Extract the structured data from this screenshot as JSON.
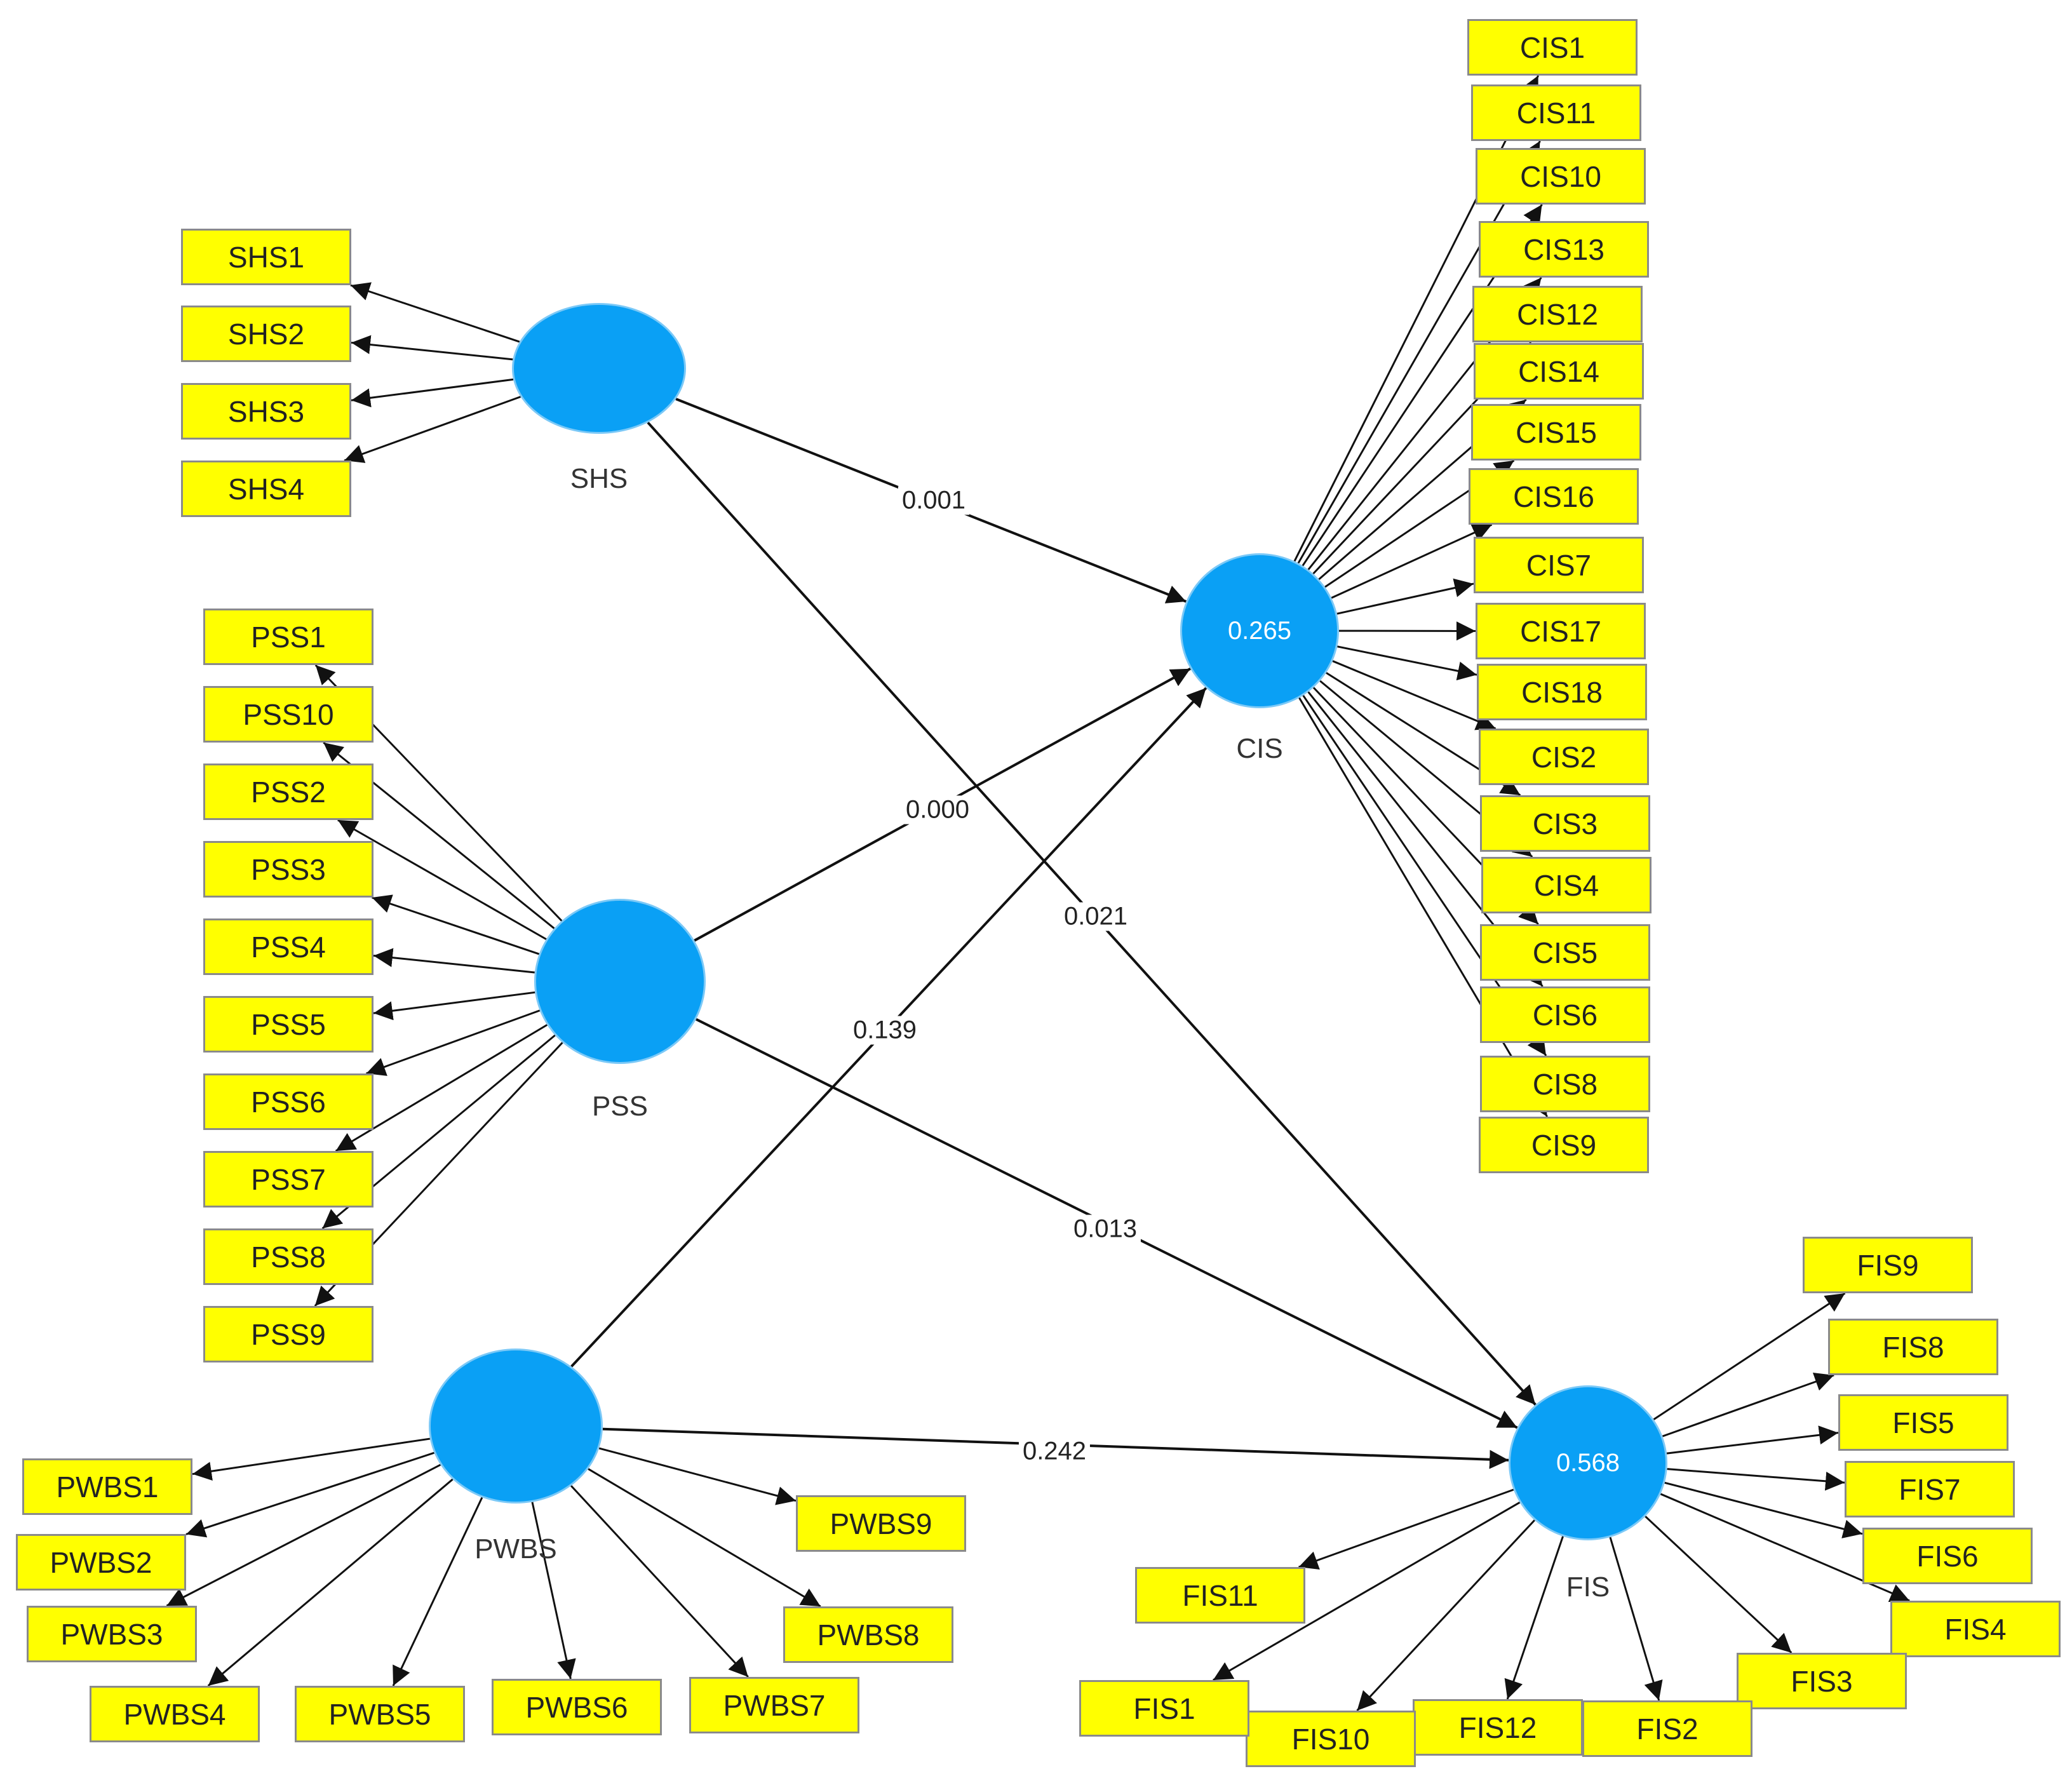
{
  "colors": {
    "indicator_fill": "#ffff00",
    "indicator_border": "#8a8a8a",
    "latent_fill": "#0aa0f5",
    "line": "#111111"
  },
  "latents": {
    "SHS": {
      "name": "SHS",
      "value": ""
    },
    "PSS": {
      "name": "PSS",
      "value": ""
    },
    "PWBS": {
      "name": "PWBS",
      "value": ""
    },
    "CIS": {
      "name": "CIS",
      "value": "0.265"
    },
    "FIS": {
      "name": "FIS",
      "value": "0.568"
    }
  },
  "indicators": {
    "SHS": [
      "SHS1",
      "SHS2",
      "SHS3",
      "SHS4"
    ],
    "PSS": [
      "PSS1",
      "PSS10",
      "PSS2",
      "PSS3",
      "PSS4",
      "PSS5",
      "PSS6",
      "PSS7",
      "PSS8",
      "PSS9"
    ],
    "CIS": [
      "CIS1",
      "CIS11",
      "CIS10",
      "CIS13",
      "CIS12",
      "CIS14",
      "CIS15",
      "CIS16",
      "CIS7",
      "CIS17",
      "CIS18",
      "CIS2",
      "CIS3",
      "CIS4",
      "CIS5",
      "CIS6",
      "CIS8",
      "CIS9"
    ],
    "FIS": [
      "FIS9",
      "FIS8",
      "FIS5",
      "FIS7",
      "FIS6",
      "FIS4",
      "FIS3",
      "FIS2",
      "FIS12",
      "FIS10",
      "FIS1",
      "FIS11"
    ],
    "PWBS": [
      "PWBS1",
      "PWBS2",
      "PWBS3",
      "PWBS4",
      "PWBS5",
      "PWBS6",
      "PWBS7",
      "PWBS8",
      "PWBS9"
    ]
  },
  "paths": [
    {
      "from": "SHS",
      "to": "CIS",
      "value": "0.001"
    },
    {
      "from": "PSS",
      "to": "CIS",
      "value": "0.000"
    },
    {
      "from": "SHS",
      "to": "FIS",
      "value": "0.021"
    },
    {
      "from": "PWBS",
      "to": "CIS",
      "value": "0.139"
    },
    {
      "from": "PSS",
      "to": "FIS",
      "value": "0.013"
    },
    {
      "from": "PWBS",
      "to": "FIS",
      "value": "0.242"
    }
  ]
}
